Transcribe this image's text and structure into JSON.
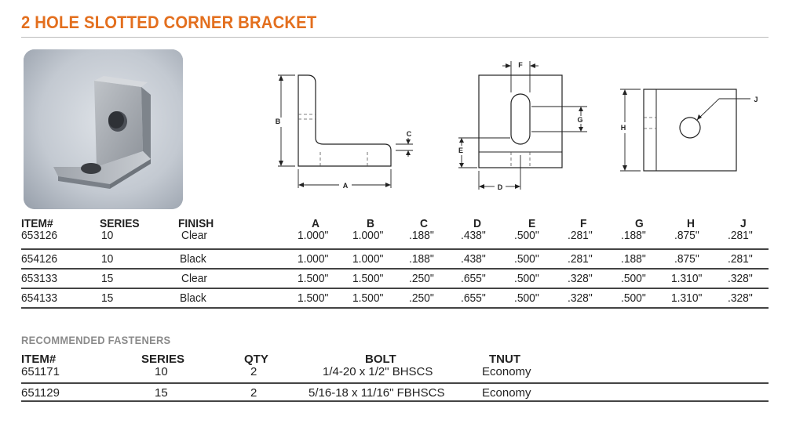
{
  "title": "2 HOLE SLOTTED CORNER BRACKET",
  "colors": {
    "accent": "#e36f1e",
    "rule": "#444444"
  },
  "photo": {
    "subject": "corner-bracket-photo"
  },
  "drawings": {
    "side_labels": {
      "b": "B",
      "c": "C",
      "a": "A"
    },
    "front_labels": {
      "f": "F",
      "g": "G",
      "e": "E",
      "d": "D"
    },
    "end_labels": {
      "h": "H",
      "j": "J"
    }
  },
  "spec_table": {
    "headers": [
      "ITEM#",
      "SERIES",
      "FINISH",
      "A",
      "B",
      "C",
      "D",
      "E",
      "F",
      "G",
      "H",
      "J"
    ],
    "rows": [
      [
        "653126",
        "10",
        "Clear",
        "1.000\"",
        "1.000\"",
        ".188\"",
        ".438\"",
        ".500\"",
        ".281\"",
        ".188\"",
        ".875\"",
        ".281\""
      ],
      [
        "654126",
        "10",
        "Black",
        "1.000\"",
        "1.000\"",
        ".188\"",
        ".438\"",
        ".500\"",
        ".281\"",
        ".188\"",
        ".875\"",
        ".281\""
      ],
      [
        "653133",
        "15",
        "Clear",
        "1.500\"",
        "1.500\"",
        ".250\"",
        ".655\"",
        ".500\"",
        ".328\"",
        ".500\"",
        "1.310\"",
        ".328\""
      ],
      [
        "654133",
        "15",
        "Black",
        "1.500\"",
        "1.500\"",
        ".250\"",
        ".655\"",
        ".500\"",
        ".328\"",
        ".500\"",
        "1.310\"",
        ".328\""
      ]
    ]
  },
  "fasteners": {
    "heading": "RECOMMENDED FASTENERS",
    "headers": [
      "ITEM#",
      "SERIES",
      "QTY",
      "BOLT",
      "TNUT"
    ],
    "rows": [
      [
        "651171",
        "10",
        "2",
        "1/4-20 x 1/2\" BHSCS",
        "Economy"
      ],
      [
        "651129",
        "15",
        "2",
        "5/16-18 x 11/16\" FBHSCS",
        "Economy"
      ]
    ]
  }
}
